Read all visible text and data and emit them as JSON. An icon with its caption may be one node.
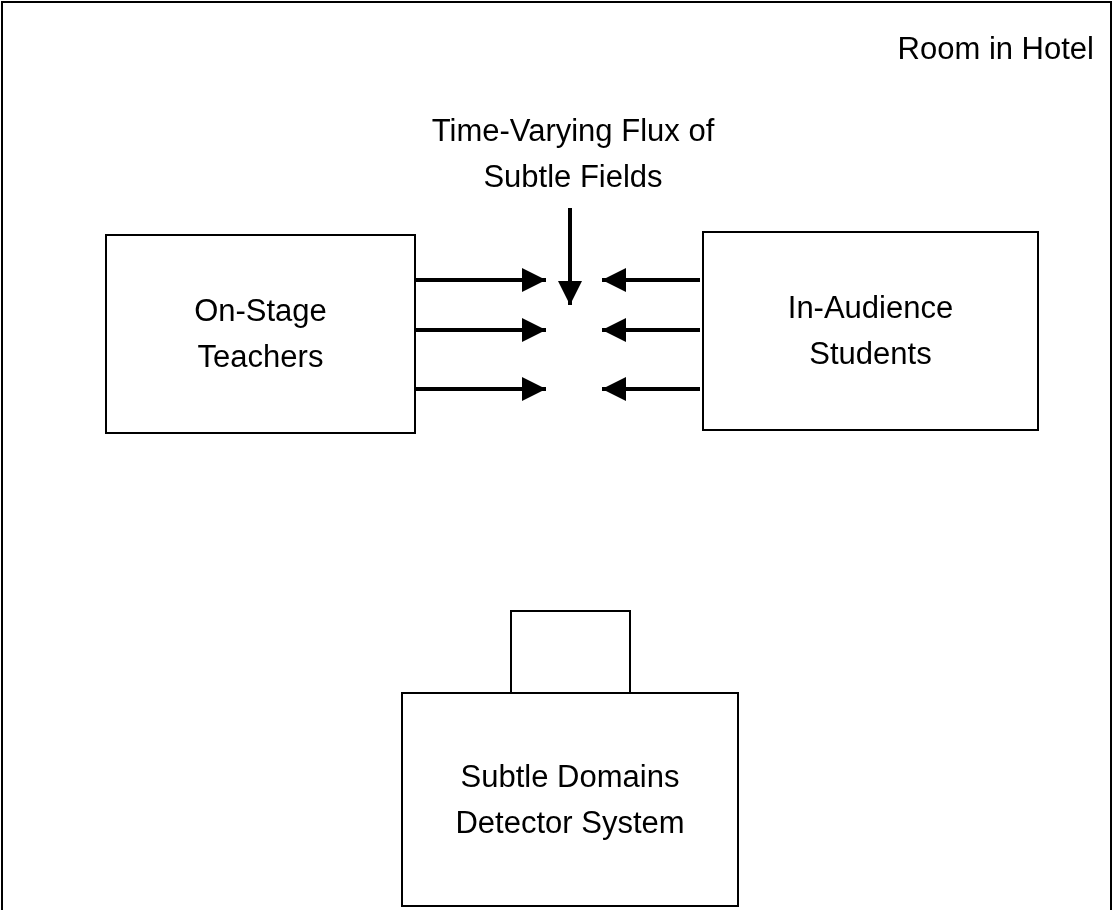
{
  "diagram": {
    "nodes": [
      {
        "text": [
          "Room in Hotel"
        ]
      },
      {
        "text": [
          "Time-Varying Flux of Subtle Fields"
        ],
        "in": 0
      },
      {
        "text": [
          "On-Stage Teachers"
        ],
        "in": 0
      },
      {
        "text": [
          "In-Audience Students"
        ],
        "in": 0
      },
      {
        "text": [],
        "shape": "box",
        "in": 0
      },
      {
        "text": [
          "Subtle Domains Detector System"
        ],
        "in": 0
      }
    ],
    "edges": [
      {
        "from": 1,
        "to": null,
        "arrow": "to"
      },
      {
        "from": 2,
        "to": null,
        "arrow": "to"
      },
      {
        "from": 2,
        "to": null,
        "arrow": "to"
      },
      {
        "from": 2,
        "to": null,
        "arrow": "to"
      },
      {
        "from": 3,
        "to": null,
        "arrow": "to"
      },
      {
        "from": 3,
        "to": null,
        "arrow": "to"
      },
      {
        "from": 3,
        "to": null,
        "arrow": "to"
      }
    ]
  }
}
